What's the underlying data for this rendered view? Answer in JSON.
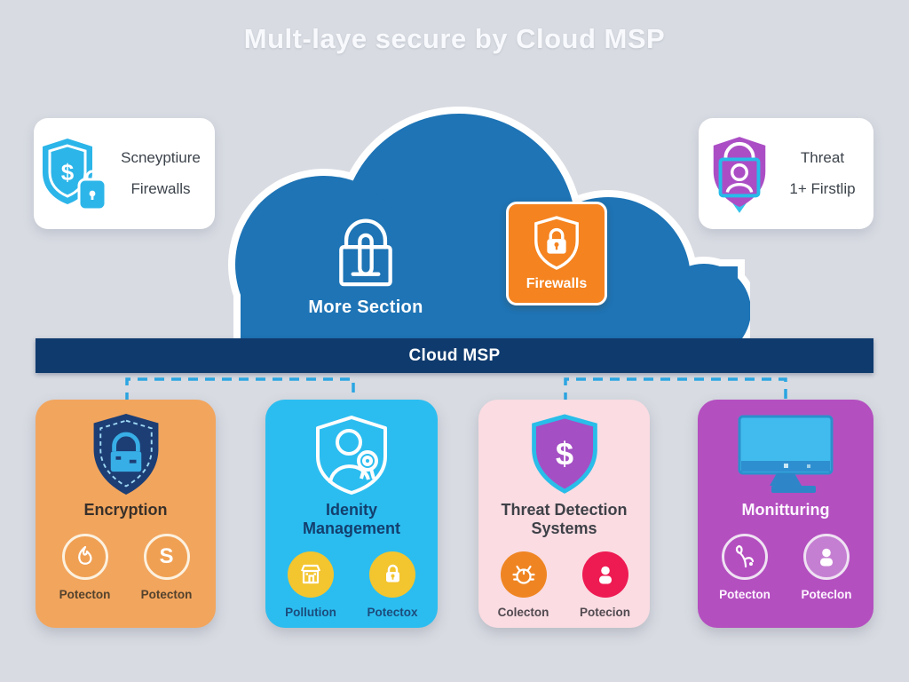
{
  "title": "Mult-laye secure by Cloud MSP",
  "colors": {
    "background": "#d8dbe2",
    "cloud_blue": "#1e74b5",
    "banner_navy": "#0f3a6d",
    "tile_orange": "#f5831f",
    "dash_cyan": "#2ba6e2",
    "panel_orange": "#f2a55d",
    "panel_cyan": "#2bbdf0",
    "panel_pink": "#fadce2",
    "panel_purple": "#b44fc0",
    "badge_yellow": "#f3c52f",
    "badge_orange": "#ef8522",
    "badge_crimson": "#ee1a52"
  },
  "top_cards": {
    "left": {
      "icon": "shield-dollar-lock-icon",
      "glyph": "$",
      "line1": "Scneyptiure",
      "line2": "Firewalls"
    },
    "right": {
      "icon": "shield-user-icon",
      "line1": "Threat",
      "line2": "1+ Firstlip"
    }
  },
  "cloud": {
    "padlock_label": "More Section",
    "firewall_tile_label": "Firewalls"
  },
  "banner_label": "Cloud MSP",
  "panels": [
    {
      "title": "Encryption",
      "icon": "shield-lock-dashed-icon",
      "badges": [
        {
          "icon": "swirl-icon",
          "label": "Potecton"
        },
        {
          "icon": "letter-s-glyph",
          "glyph": "S",
          "label": "Potecton"
        }
      ]
    },
    {
      "title": "Idenity Management",
      "icon": "shield-user-outline-icon",
      "badges": [
        {
          "icon": "building-icon",
          "label": "Pollution"
        },
        {
          "icon": "padlock-icon",
          "label": "Potectox"
        }
      ]
    },
    {
      "title": "Threat Detection Systems",
      "icon": "shield-dollar-icon",
      "glyph": "$",
      "badges": [
        {
          "icon": "bug-icon",
          "label": "Colecton"
        },
        {
          "icon": "user-icon",
          "label": "Potecion"
        }
      ]
    },
    {
      "title": "Monitturing",
      "icon": "monitor-icon",
      "badges": [
        {
          "icon": "plant-icon",
          "label": "Potecton"
        },
        {
          "icon": "user-icon",
          "label": "Poteclon"
        }
      ]
    }
  ]
}
